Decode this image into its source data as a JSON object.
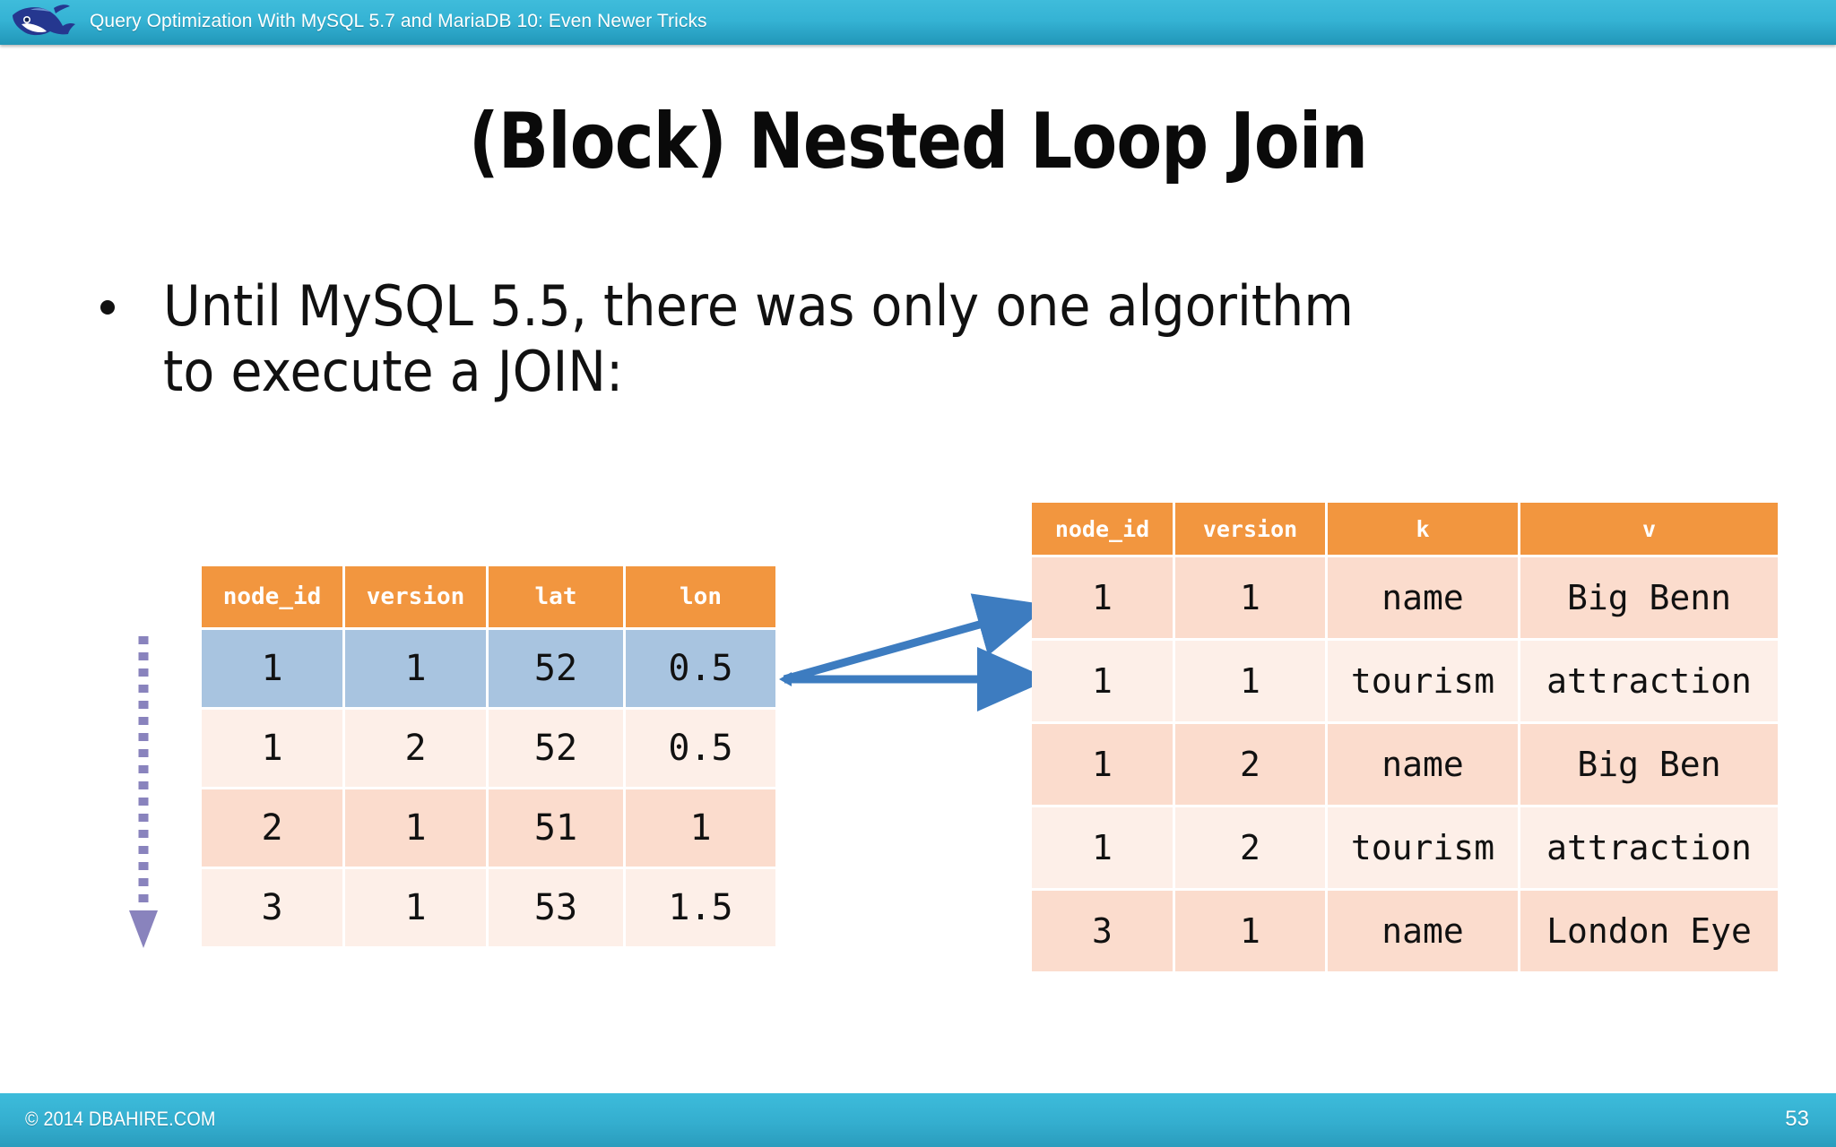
{
  "header": {
    "title": "Query Optimization With MySQL 5.7 and MariaDB 10: Even Newer Tricks",
    "logo_icon": "dolphin-logo-icon",
    "bg_color": "#35b3d4"
  },
  "slide": {
    "title": "(Block) Nested Loop Join",
    "bullet": "Until MySQL 5.5, there was only one algorithm\nto execute a JOIN:"
  },
  "colors": {
    "header_orange": "#f2963f",
    "row_light": "#fdefe8",
    "row_dark": "#fbdccd",
    "row_highlight": "#a8c4e0",
    "arrow_blue": "#3d7cc0",
    "arrow_purple": "#8983bd",
    "band_teal": "#35b3d4"
  },
  "table_left": {
    "name": "nodes-table",
    "columns": [
      "node_id",
      "version",
      "lat",
      "lon"
    ],
    "rows": [
      {
        "cells": [
          "1",
          "1",
          "52",
          "0.5"
        ],
        "style": "highlight"
      },
      {
        "cells": [
          "1",
          "2",
          "52",
          "0.5"
        ],
        "style": "light"
      },
      {
        "cells": [
          "2",
          "1",
          "51",
          "1"
        ],
        "style": "dark"
      },
      {
        "cells": [
          "3",
          "1",
          "53",
          "1.5"
        ],
        "style": "light"
      }
    ]
  },
  "table_right": {
    "name": "node-tags-table",
    "columns": [
      "node_id",
      "version",
      "k",
      "v"
    ],
    "rows": [
      {
        "cells": [
          "1",
          "1",
          "name",
          "Big Benn"
        ],
        "style": "dark"
      },
      {
        "cells": [
          "1",
          "1",
          "tourism",
          "attraction"
        ],
        "style": "light"
      },
      {
        "cells": [
          "1",
          "2",
          "name",
          "Big Ben"
        ],
        "style": "dark"
      },
      {
        "cells": [
          "1",
          "2",
          "tourism",
          "attraction"
        ],
        "style": "light"
      },
      {
        "cells": [
          "3",
          "1",
          "name",
          "London Eye"
        ],
        "style": "dark"
      }
    ]
  },
  "annotations": {
    "arrow_scan_icon": "dotted-down-arrow-icon",
    "arrow_join_upper_icon": "blue-arrow-icon",
    "arrow_join_lower_icon": "blue-arrow-icon"
  },
  "footer": {
    "copyright": "© 2014 DBAHIRE.COM",
    "page_number": "53"
  }
}
